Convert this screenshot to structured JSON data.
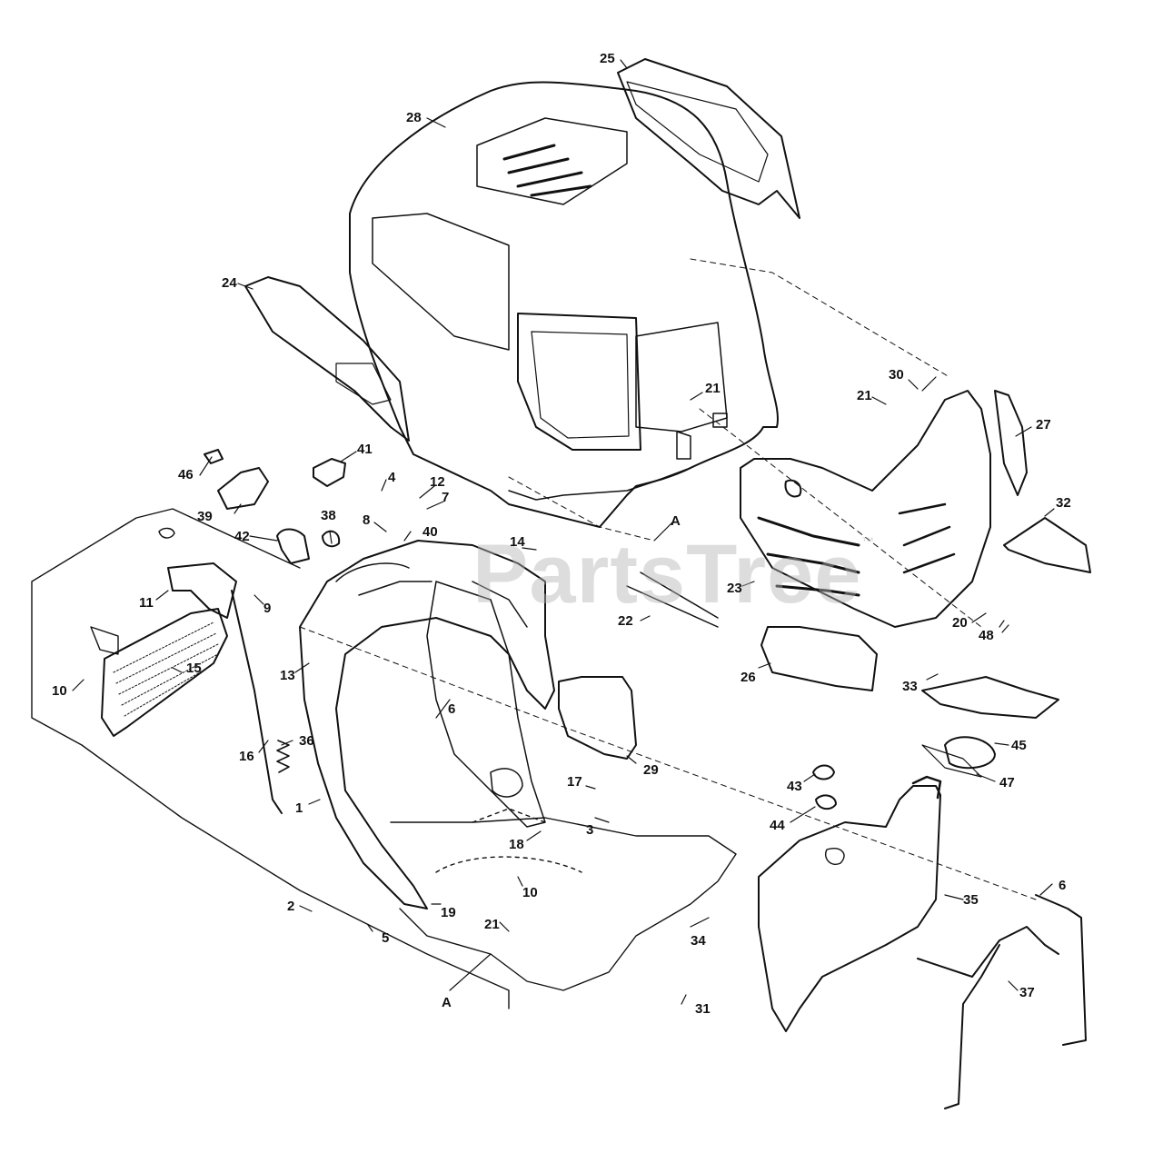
{
  "watermark": {
    "text": "PartsTree",
    "mark": "™"
  },
  "callouts": {
    "c1": "1",
    "c2": "2",
    "c3": "3",
    "c4": "4",
    "c5": "5",
    "c6a": "6",
    "c6b": "6",
    "c7": "7",
    "c8": "8",
    "c9": "9",
    "c10a": "10",
    "c10b": "10",
    "c11": "11",
    "c12": "12",
    "c13": "13",
    "c14": "14",
    "c15": "15",
    "c16": "16",
    "c17": "17",
    "c18": "18",
    "c19": "19",
    "c20": "20",
    "c21a": "21",
    "c21b": "21",
    "c21c": "21",
    "c22": "22",
    "c23": "23",
    "c24": "24",
    "c25": "25",
    "c26": "26",
    "c27": "27",
    "c28": "28",
    "c29": "29",
    "c30": "30",
    "c31": "31",
    "c32": "32",
    "c33": "33",
    "c34": "34",
    "c35": "35",
    "c36": "36",
    "c37": "37",
    "c38": "38",
    "c39": "39",
    "c40": "40",
    "c41": "41",
    "c42": "42",
    "c43": "43",
    "c44": "44",
    "c45": "45",
    "c46": "46",
    "c47": "47",
    "c48": "48",
    "cA1": "A",
    "cA2": "A"
  },
  "colors": {
    "line": "#111111",
    "background": "#ffffff",
    "watermark": "#b4b4b4"
  }
}
